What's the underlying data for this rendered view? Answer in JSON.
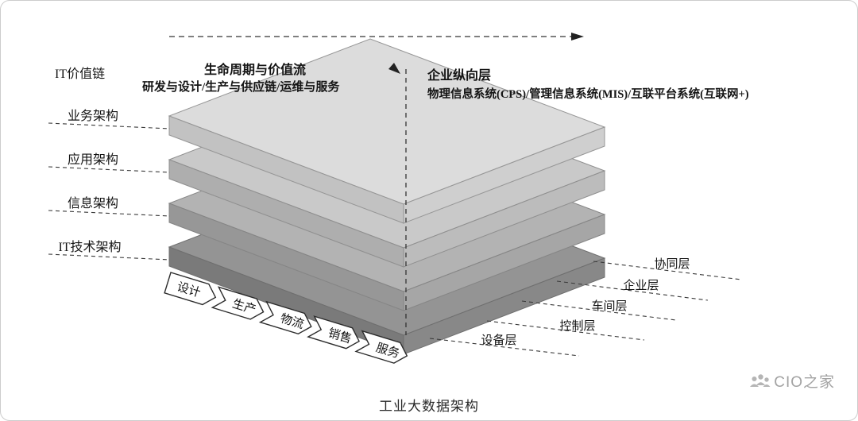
{
  "diagram": {
    "caption": "工业大数据架构",
    "it_value_chain_label": "IT价值链",
    "lifecycle_axis": {
      "title": "生命周期与价值流",
      "subtitle": "研发与设计/生产与供应链/运维与服务"
    },
    "vertical_axis": {
      "title": "企业纵向层",
      "subtitle": "物理信息系统(CPS)/管理信息系统(MIS)/互联平台系统(互联网+)"
    },
    "layers": [
      {
        "label": "业务架构",
        "top_color": "#dcdcdc",
        "left_color": "#c2c2c2",
        "right_color": "#cfcfcf"
      },
      {
        "label": "应用架构",
        "top_color": "#c9c9c9",
        "left_color": "#aeaeae",
        "right_color": "#bcbcbc"
      },
      {
        "label": "信息架构",
        "top_color": "#b3b3b3",
        "left_color": "#979797",
        "right_color": "#a6a6a6"
      },
      {
        "label": "IT技术架构",
        "top_color": "#949494",
        "left_color": "#7a7a7a",
        "right_color": "#888888"
      }
    ],
    "lifecycle_stages": [
      "设计",
      "生产",
      "物流",
      "销售",
      "服务"
    ],
    "vertical_levels": [
      "协同层",
      "企业层",
      "车间层",
      "控制层",
      "设备层"
    ],
    "watermark": "CIO之家",
    "line_color": "#3a3a3a"
  }
}
